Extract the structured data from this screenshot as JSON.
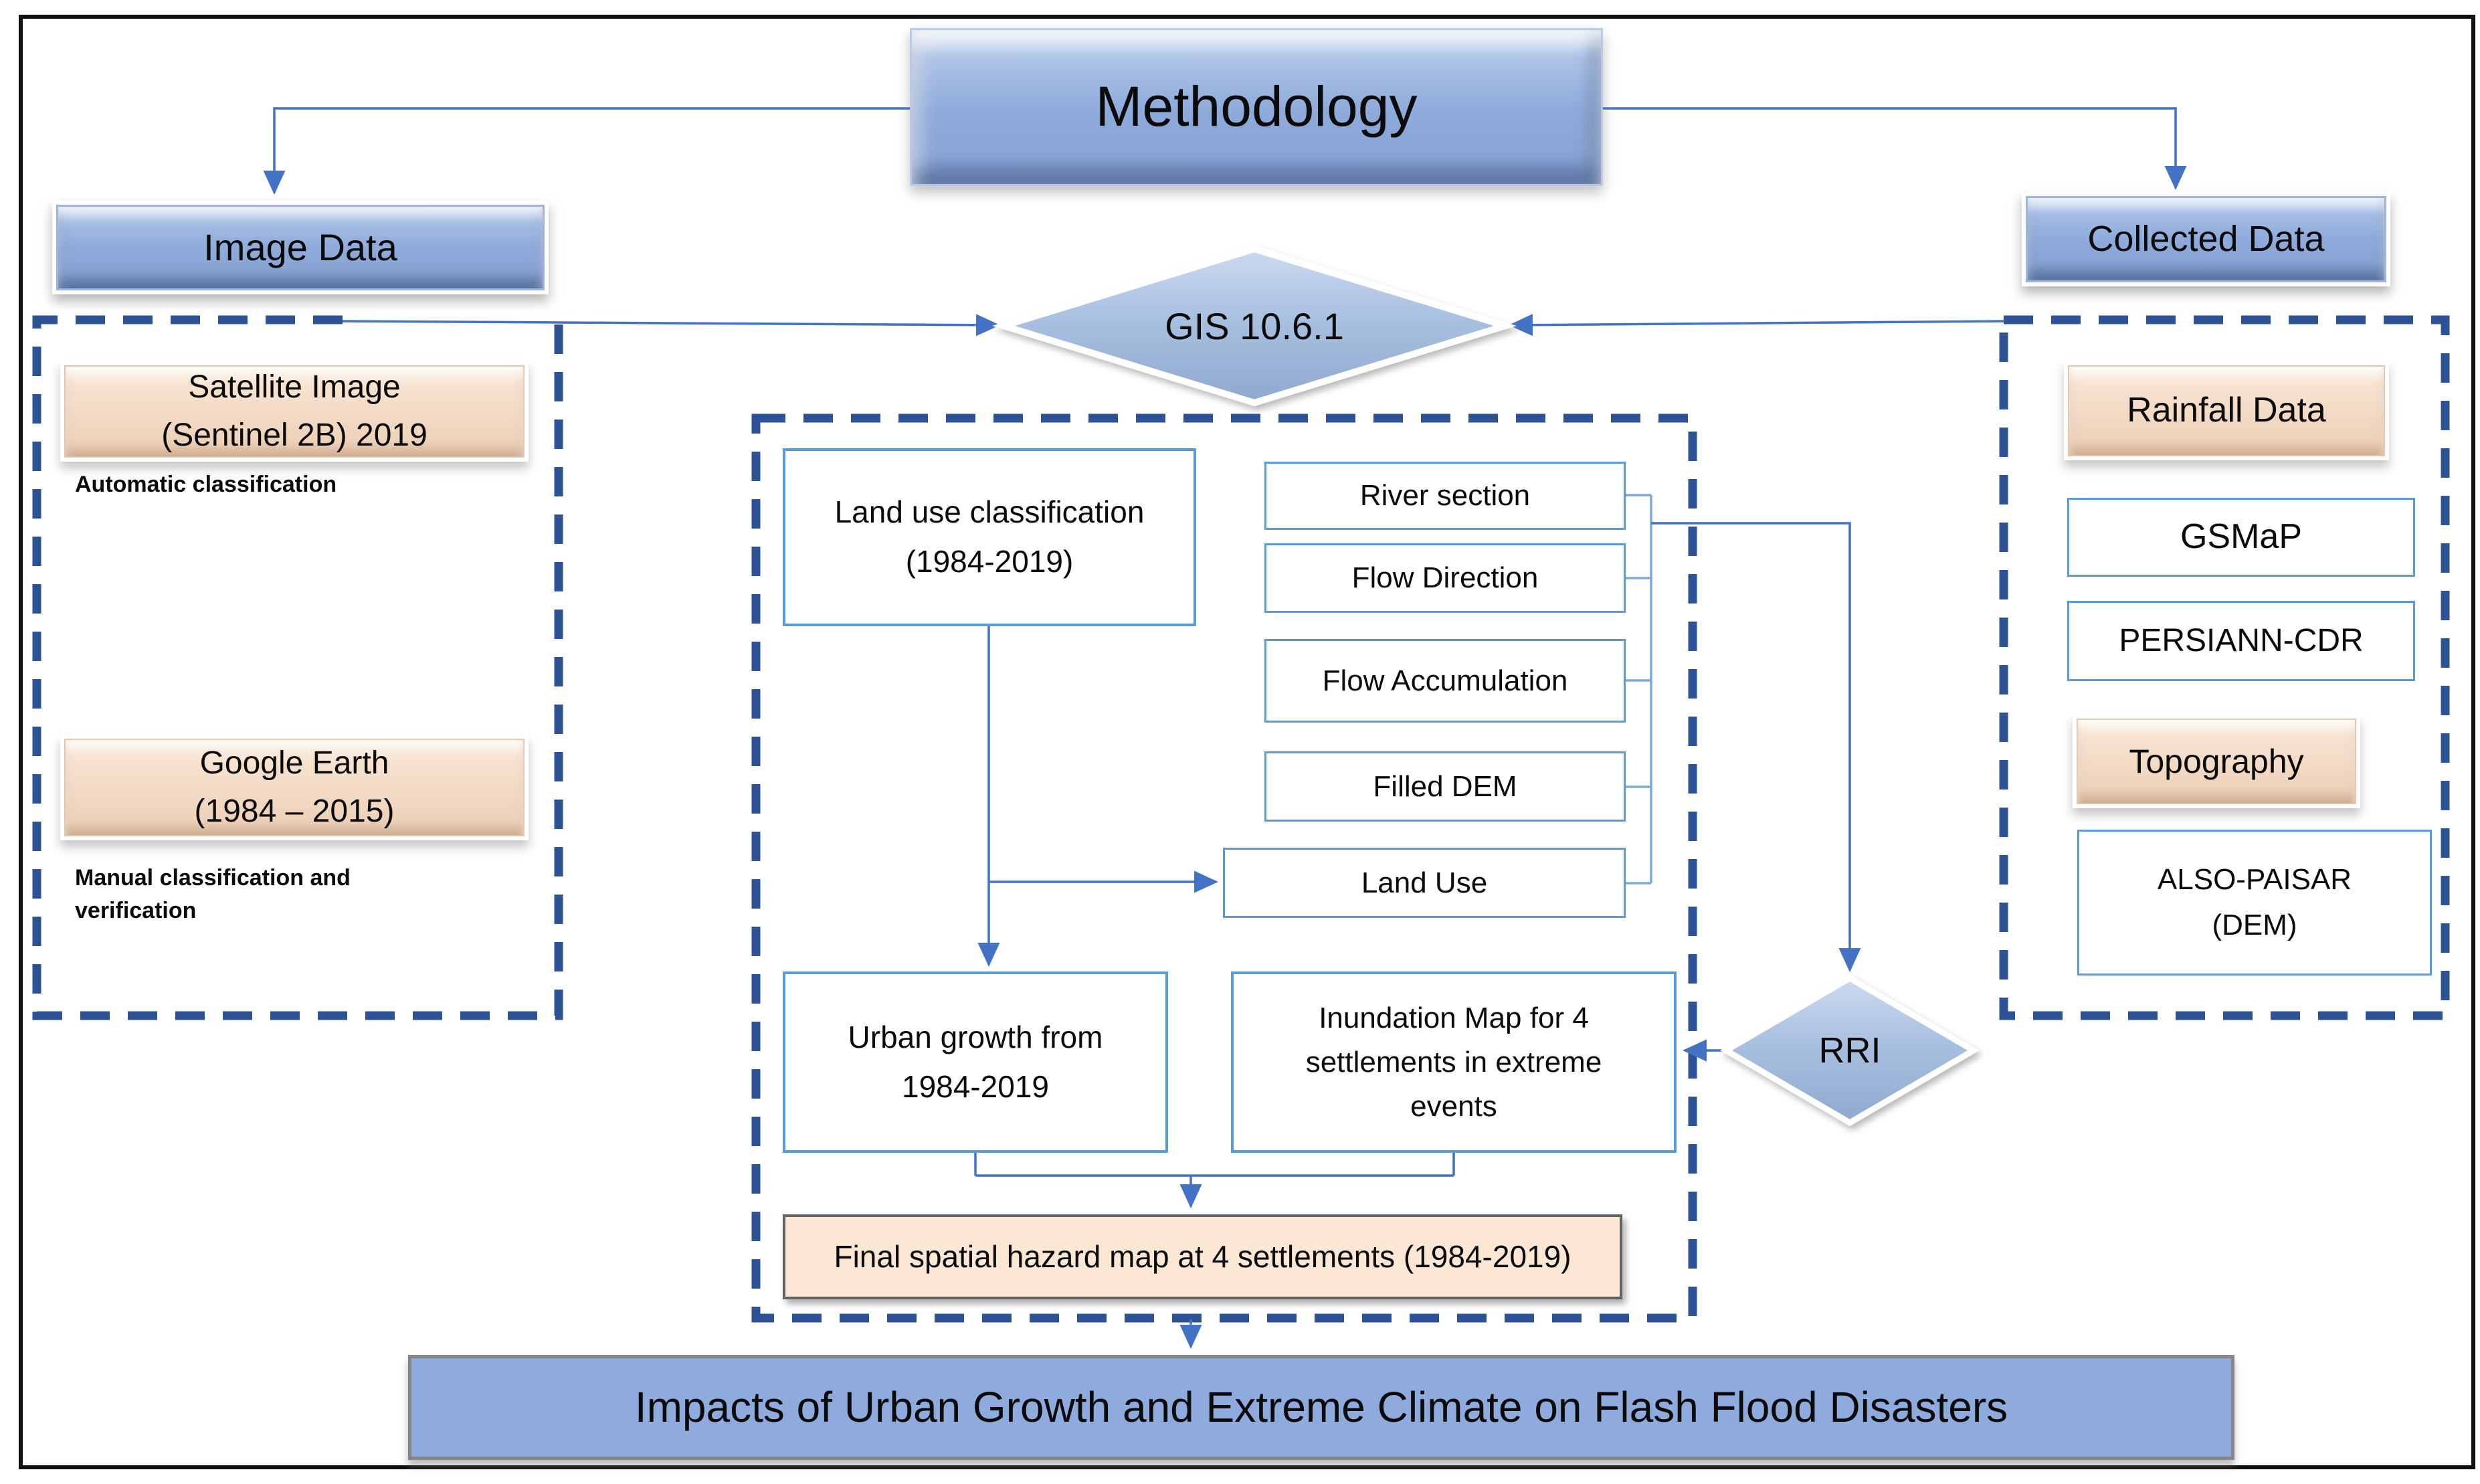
{
  "title": {
    "methodology": "Methodology"
  },
  "headers": {
    "image_data": "Image Data",
    "collected_data": "Collected Data"
  },
  "gis": {
    "label": "GIS 10.6.1"
  },
  "rri": {
    "label": "RRI"
  },
  "left": {
    "satellite": "Satellite Image\n(Sentinel 2B) 2019",
    "note_auto": "Automatic classification",
    "google_earth": "Google Earth\n(1984 – 2015)",
    "note_manual": "Manual classification and\nverification"
  },
  "center": {
    "land_use_classification": "Land use classification\n(1984-2019)",
    "steps": [
      "River section",
      "Flow Direction",
      "Flow Accumulation",
      "Filled DEM",
      "Land Use"
    ],
    "urban_growth": "Urban growth from\n1984-2019",
    "inundation": "Inundation Map  for 4\nsettlements in extreme\nevents",
    "final": "Final spatial hazard map at 4 settlements (1984-2019)"
  },
  "right": {
    "rainfall": "Rainfall Data",
    "gsmap": "GSMaP",
    "persiann": "PERSIANN-CDR",
    "topography": "Topography",
    "also_paisar": "ALSO-PAISAR\n(DEM)"
  },
  "banner": {
    "text": "Impacts of Urban Growth and Extreme Climate on Flash Flood Disasters"
  },
  "colors": {
    "connector": "#4472c4",
    "bus_line": "#7fa8d9",
    "dashed_border": "#2e5395",
    "node_border": "#5b9bd5",
    "blue_fill": "#8faadc",
    "peach_fill": "#f2d8c2",
    "banner_fill": "#8faadc"
  }
}
